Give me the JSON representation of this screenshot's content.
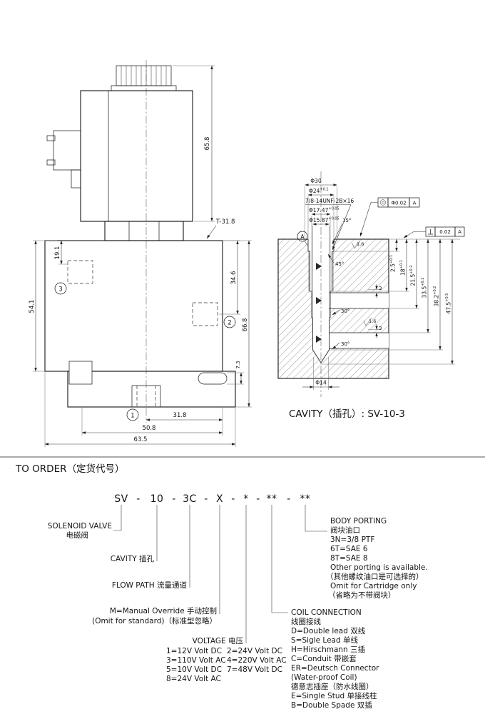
{
  "valve": {
    "dims": {
      "coil_height": "65.8",
      "hex_af": "T-31.8",
      "h19": "19.1",
      "h54": "54.1",
      "h34": "34.6",
      "h66": "66.8",
      "h7": "7.3",
      "w31": "31.8",
      "w50": "50.8",
      "w63": "63.5"
    },
    "ports": {
      "p1": "1",
      "p2": "2",
      "p3": "3"
    }
  },
  "cavity": {
    "title": "CAVITY（插孔）: SV-10-3",
    "datum": "A",
    "callouts": {
      "d30": "Φ30",
      "d24": "Φ24",
      "d24_tol": "+0.1",
      "thread": "7/8-14UNF-2B×16",
      "d17": "Φ17.47",
      "d17_tol": "+0.05",
      "d15": "Φ15.87",
      "d15_tol": "+0.05",
      "a15": "15°",
      "a45": "45°",
      "a30a": "30°",
      "a30b": "30°",
      "d14": "Φ14",
      "s3a": "3",
      "s3b": "3"
    },
    "depths": {
      "d2_5": "2.5",
      "d2_5_tol": "+0.1",
      "d18": "18",
      "d18_tol": "+0.1",
      "d21_5": "21.5",
      "d21_5_tol": "+0.2",
      "d33_5": "33.5",
      "d33_5_tol": "+0.2",
      "d38_2": "38.2",
      "d38_2_tol": "+0.2",
      "d47_5": "47.5",
      "d47_5_tol": "+0.5"
    },
    "gdt": {
      "concentricity_value": "Φ0.02",
      "concentricity_datum": "A",
      "perpendicularity_value": "0.02",
      "perpendicularity_datum": "A"
    },
    "roughness": {
      "r1": "1.6",
      "r2": "1.6"
    }
  },
  "order": {
    "title": "TO ORDER（定货代号）",
    "code": {
      "p0": "SV",
      "d1": "-",
      "p1": "10",
      "d2": "-",
      "p2": "3C",
      "d3": "-",
      "p3": "X",
      "d4": "-",
      "p4": "*",
      "d5": "-",
      "p5": "**",
      "d6": "-",
      "p6": "**"
    },
    "solenoid_valve_en": "SOLENOID VALVE",
    "solenoid_valve_zh": "电磁阀",
    "cavity_label": "CAVITY 插孔",
    "flow_path_label": "FLOW PATH 流量通道",
    "manual_override_1": "M=Manual Override 手动控制",
    "manual_override_2": "(Omit for standard)（标准型忽略）",
    "voltage_label": "VOLTAGE 电压",
    "voltage_rows": [
      {
        "c1": "1=12V  Volt DC",
        "c2": "2=24V  Volt DC"
      },
      {
        "c1": "3=110V Volt AC",
        "c2": "4=220V Volt AC"
      },
      {
        "c1": "5=10V  Volt DC",
        "c2": "7=48V  Volt DC"
      },
      {
        "c1": "8=24V  Volt AC",
        "c2": ""
      }
    ],
    "coil_connection": {
      "title": "COIL CONNECTION",
      "zh": "线圈接线",
      "items": [
        "D=Double lead 双线",
        "S=Sigle Lead 单线",
        "H=Hirschmann 三插",
        "C=Conduit 带嵌套",
        "ER=Deutsch Connector",
        "(Water-proof Coil)",
        "德意志插座（防水线圈）",
        "E=Single Stud 单接线柱",
        "B=Double Spade 双插"
      ]
    },
    "body_porting": {
      "title": "BODY PORTING",
      "zh": "阀块油口",
      "items": [
        "3N=3/8 PTF",
        "6T=SAE 6",
        "8T=SAE 8",
        "Other porting is available.",
        "（其他螺纹油口是可选择的）",
        "Omit for Cartridge only",
        "（省略为不带阀块）"
      ]
    }
  }
}
